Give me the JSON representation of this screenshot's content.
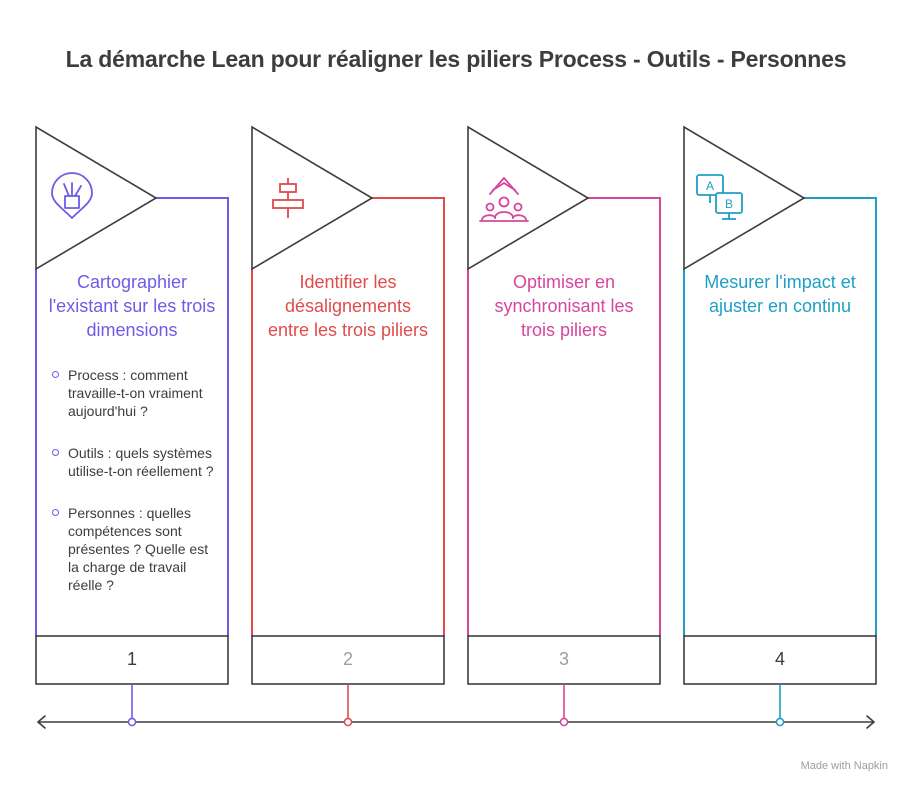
{
  "title": "La démarche Lean pour réaligner les piliers Process - Outils - Personnes",
  "steps": [
    {
      "number": "1",
      "heading": "Cartographier l'existant sur les trois dimensions",
      "color": "#6c5ce7",
      "icon": "pencil-cup-icon",
      "bullets": [
        "Process : comment travaille-t-on vraiment aujourd'hui ?",
        "Outils : quels systèmes utilise-t-on réellement ?",
        "Personnes : quelles compétences sont présentes ? Quelle est la charge de travail réelle ?"
      ]
    },
    {
      "number": "2",
      "heading": "Identifier les désalignements entre les trois piliers",
      "color": "#e04b4b",
      "icon": "align-center-icon"
    },
    {
      "number": "3",
      "heading": "Optimiser en synchronisant les trois piliers",
      "color": "#d6469e",
      "icon": "team-growth-icon"
    },
    {
      "number": "4",
      "heading": "Mesurer l'impact et ajuster en continu",
      "color": "#1e9fc6",
      "icon": "ab-test-icon"
    }
  ],
  "footer": {
    "credit": "Made with Napkin"
  }
}
